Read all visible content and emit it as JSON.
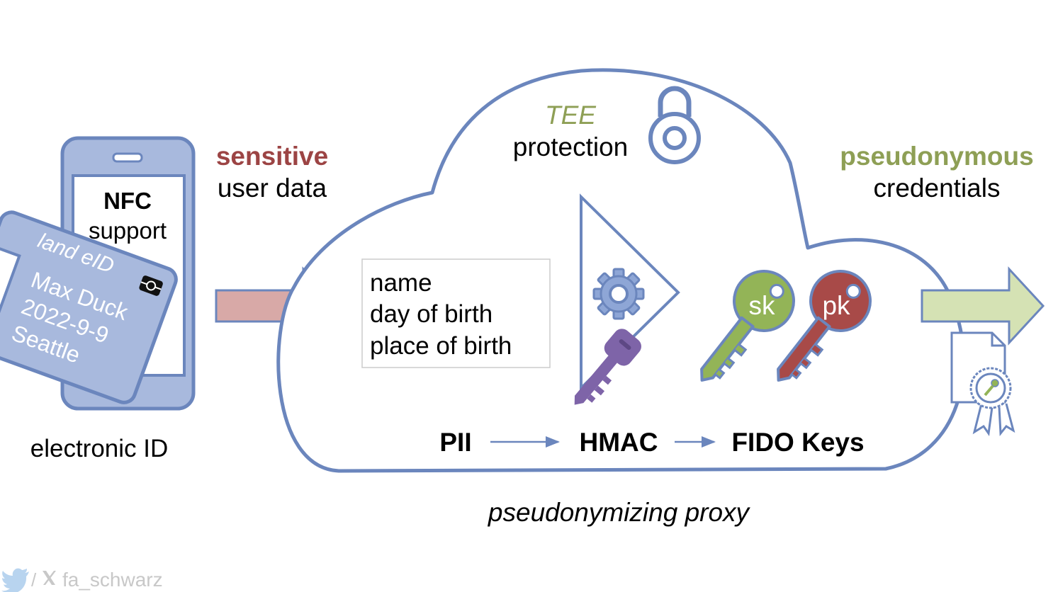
{
  "phone": {
    "title": "NFC",
    "subtitle": "support",
    "caption": "electronic ID"
  },
  "id_card": {
    "header": "land eID",
    "name": "Max Duck",
    "date": "2022-9-9",
    "city": "Seattle"
  },
  "input": {
    "highlight": "sensitive",
    "label": "user data"
  },
  "cloud": {
    "tee_label": "TEE",
    "protection_label": "protection",
    "fields": [
      "name",
      "day of birth",
      "place of birth"
    ],
    "pipeline": [
      "PII",
      "HMAC",
      "FIDO Keys"
    ],
    "caption": "pseudonymizing proxy"
  },
  "keys": {
    "secret_label": "sk",
    "public_label": "pk"
  },
  "output": {
    "highlight": "pseudonymous",
    "label": "credentials"
  },
  "footer": {
    "handle": "fa_schwarz",
    "separator": "/"
  },
  "colors": {
    "blue": "#6b86bd",
    "blue_fill": "#a8b9dd",
    "red": "#9c4444",
    "green": "#8e9f55",
    "sk_key": "#93b457",
    "pk_key": "#a84a48",
    "hmac_key": "#7e64a8",
    "pink_arrow": "#d8a9a7",
    "green_arrow": "#d5e2b4"
  }
}
